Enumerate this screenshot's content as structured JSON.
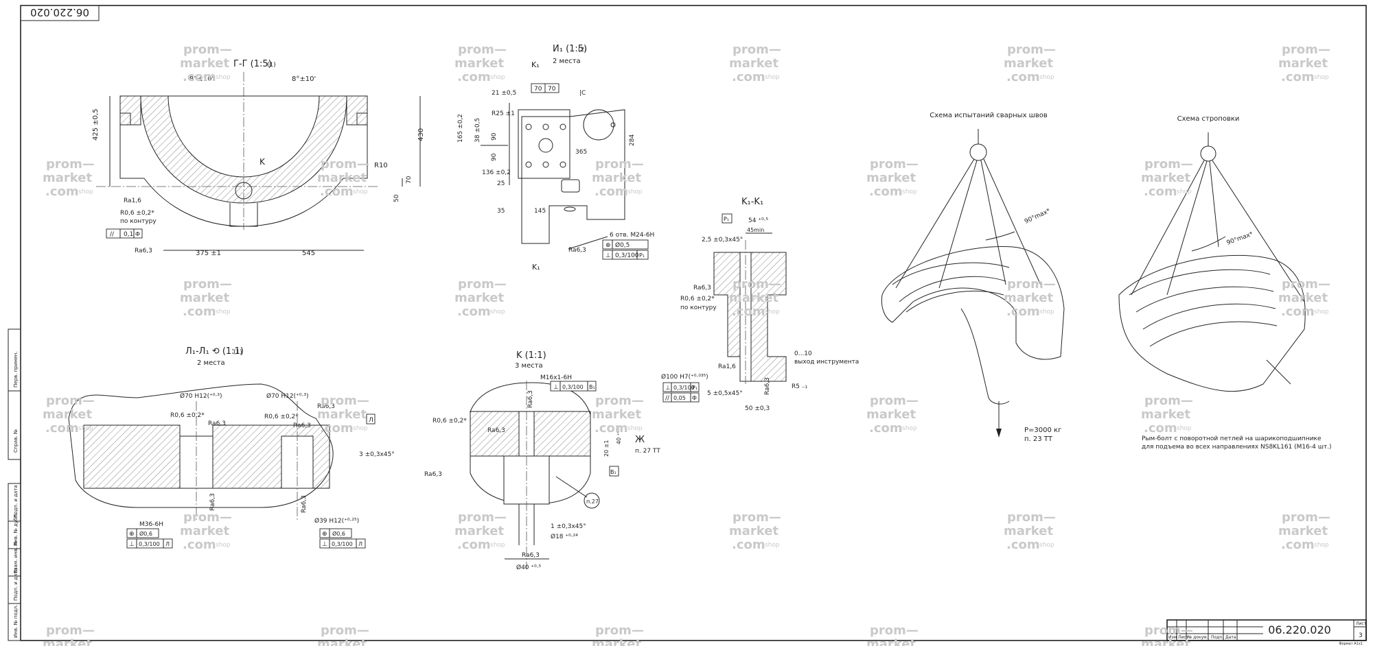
{
  "drawing": {
    "number_top": "06.220.020",
    "number_title": "06.220.020",
    "sheet_label": "Лист",
    "sheet": "3",
    "format": "Формат А1х1",
    "title_block_columns": [
      "Изм",
      "Лист",
      "№ докум.",
      "Подп.",
      "Дата"
    ]
  },
  "side_stamp": [
    "Перв. примен.",
    "Справ. №",
    "Подп. и дата",
    "Инв. № дубл.",
    "Взам. инв. №",
    "Подп. и дата",
    "Инв. № подл."
  ],
  "watermark": {
    "line1": "prom—",
    "line2": "market",
    "line3": ".com",
    "tag": "shop"
  },
  "views": {
    "section_gg": {
      "title": "Г-Г (1:5)",
      "title_note": "(1)",
      "dims": [
        "8°±10'",
        "8°±10'",
        "425 ±0,5",
        "430",
        "R10",
        "70",
        "50",
        "375 ±1",
        "545",
        "K"
      ],
      "notes": [
        "Ra1,6",
        "R0,6 ±0,2*",
        "по контуру",
        "0,1",
        "Ф",
        "Ra6,3"
      ]
    },
    "view_i1": {
      "title": "И₁ (1:5)",
      "title_note": "(2)",
      "subtitle": "2 места",
      "dims": [
        "21 ±0,5",
        "70",
        "70",
        "R25 ±1",
        "165 ±0,2",
        "38 ±0,5",
        "90",
        "90",
        "284",
        "365",
        "136 ±0,2",
        "25",
        "35",
        "145",
        "K₁",
        "K₁",
        "|C"
      ],
      "callout": "6 отв. М24-6Н",
      "fcf": [
        "Ø0,5",
        "0,3/100",
        "P₁"
      ],
      "rough": "Ra6,3"
    },
    "section_k1": {
      "title": "K₁-K₁",
      "datum": "P₁",
      "dims": [
        "54 ⁺⁰·⁵",
        "45min",
        "2,5 ±0,3x45°",
        "Ra6,3",
        "R0,6 ±0,2*",
        "по контуру",
        "Ra1,6",
        "0...10",
        "выход инструмента",
        "Ø100 H7(⁺⁰·⁰³⁵)",
        "0,3/100",
        "P₁",
        "0,05",
        "Ф",
        "5 ±0,5x45°",
        "Ra6,3",
        "R5 ₋₁",
        "50 ±0,3"
      ]
    },
    "section_l1": {
      "title": "Л₁-Л₁ ⟲ (1:1)",
      "title_note": "(1)",
      "subtitle": "2 места",
      "dims": [
        "Ø70 H12(⁺⁰·³)",
        "Ø70 H12(⁺⁰·³)",
        "R0,6 ±0,2*",
        "Ra6,3",
        "R0,6 ±0,2*",
        "Ra6,3",
        "Ra6,3",
        "Л",
        "3 ±0,3x45°",
        "Ra6,3",
        "Ra6,3",
        "M36-6H",
        "Ø39 H12(⁺⁰·²⁵)"
      ],
      "fcf_left": [
        "Ø0,6",
        "0,3/100",
        "Л"
      ],
      "fcf_right": [
        "Ø0,6",
        "0,3/100",
        "Л"
      ]
    },
    "detail_k": {
      "title": "K (1:1)",
      "subtitle": "3 места",
      "dims": [
        "M16x1-6H",
        "0,3/100",
        "B₁",
        "Ra6,3",
        "R0,6 ±0,2*",
        "Ra6,3",
        "40 ⁺⁰·⁵",
        "20 ±1",
        "Ж",
        "п. 27 ТТ",
        "B₁",
        "Ra6,3",
        "п.27",
        "1 ±0,3x45°",
        "Ø18 ⁺⁰·²⁴",
        "Ra6,3",
        "Ø40 ⁺⁰·⁵"
      ]
    },
    "weld_test": {
      "title": "Схема испытаний сварных швов",
      "angle": "90°max*",
      "load": "P=3000 кг",
      "note": "п. 23 ТТ"
    },
    "slinging": {
      "title": "Схема строповки",
      "angle": "90°max*",
      "note_line1": "Рым-болт с поворотной петлей на шарикоподшипнике",
      "note_line2": "для подъема во всех направлениях NS8KL161 (M16-4 шт.)"
    }
  }
}
